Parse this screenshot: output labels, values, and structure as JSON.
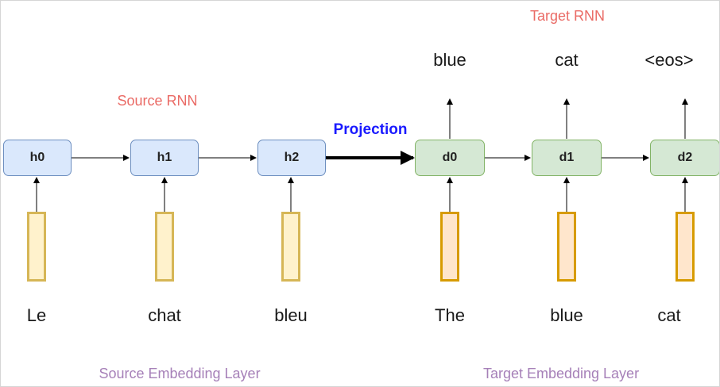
{
  "labels": {
    "source_rnn": "Source RNN",
    "target_rnn": "Target RNN",
    "projection": "Projection",
    "source_embedding": "Source Embedding Layer",
    "target_embedding": "Target Embedding Layer"
  },
  "encoder": {
    "nodes": [
      "h0",
      "h1",
      "h2"
    ],
    "inputs": [
      "Le",
      "chat",
      "bleu"
    ]
  },
  "decoder": {
    "nodes": [
      "d0",
      "d1",
      "d2"
    ],
    "inputs": [
      "The",
      "blue",
      "cat"
    ],
    "outputs": [
      "blue",
      "cat",
      "<eos>"
    ]
  },
  "colors": {
    "encoder_fill": "#dae8fc",
    "encoder_stroke": "#6c8ebf",
    "decoder_fill": "#d5e8d4",
    "decoder_stroke": "#82b366",
    "source_embedding_fill": "#fff2cc",
    "target_embedding_fill": "#ffe6cc",
    "rnn_label": "#ea6b66",
    "embedding_label": "#a680b8",
    "projection_label": "#1a1aff"
  }
}
